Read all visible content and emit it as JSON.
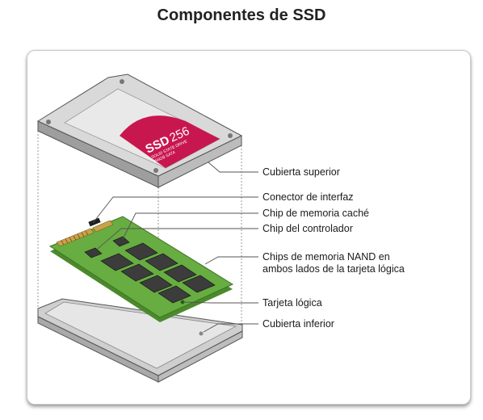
{
  "title": "Componentes de SSD",
  "drive_label": {
    "brand": "SSD",
    "model": "256",
    "line1": "SOLID STATE DRIVE",
    "line2": "256GB SATA"
  },
  "labels": {
    "top_cover": "Cubierta superior",
    "interface_connector": "Conector de interfaz",
    "cache_chip": "Chip de memoria caché",
    "controller_chip": "Chip del controlador",
    "nand_line1": "Chips de memoria NAND en",
    "nand_line2": "ambos lados de la tarjeta lógica",
    "logic_board": "Tarjeta lógica",
    "bottom_cover": "Cubierta inferior"
  },
  "colors": {
    "label_accent": "#c8174f",
    "board": "#63a93f",
    "chip": "#3c3c3c",
    "metal": "#d6d6d6"
  }
}
